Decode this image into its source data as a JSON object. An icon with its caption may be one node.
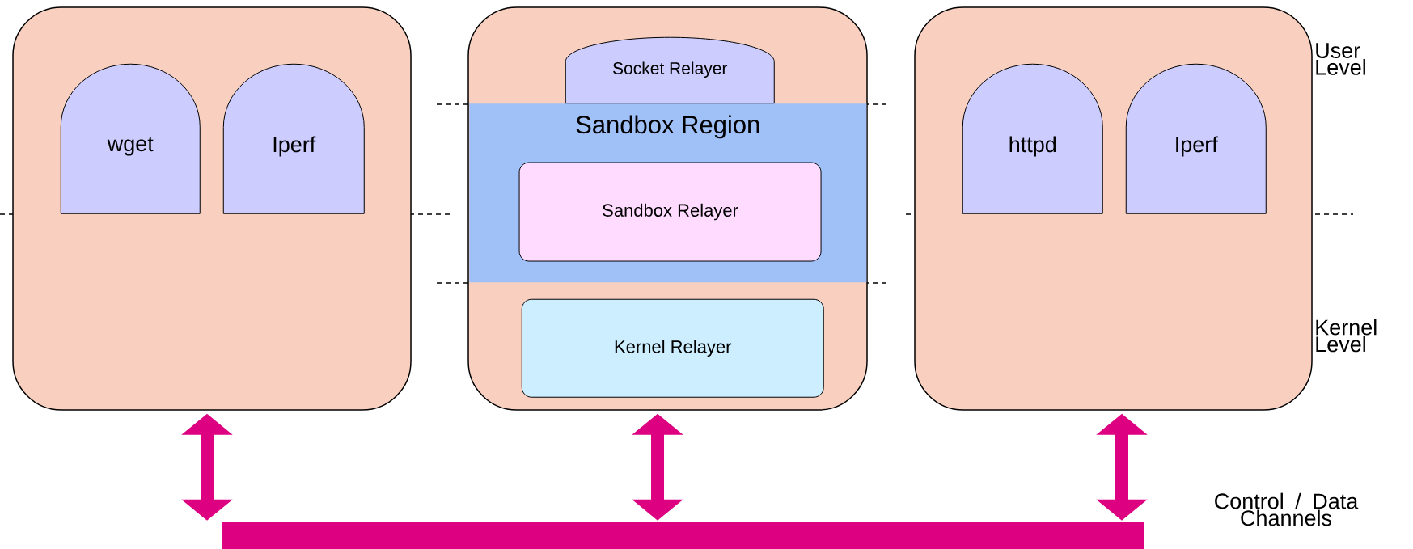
{
  "diagram": {
    "nodes": [
      {
        "text": [],
        "shape": "box"
      },
      {
        "text": [
          "wget"
        ],
        "in": 0
      },
      {
        "text": [
          "Iperf"
        ],
        "in": 0
      },
      {
        "text": [],
        "shape": "box"
      },
      {
        "text": [
          "Socket Relayer"
        ],
        "in": 3
      },
      {
        "text": [
          "Sandbox Region"
        ],
        "in": 3
      },
      {
        "text": [
          "Sandbox Relayer"
        ],
        "in": 5
      },
      {
        "text": [
          "Kernel Relayer"
        ],
        "in": 3
      },
      {
        "text": [],
        "shape": "box"
      },
      {
        "text": [
          "httpd"
        ],
        "in": 8
      },
      {
        "text": [
          "Iperf"
        ],
        "in": 8
      },
      {
        "text": [],
        "shape": "bar"
      }
    ],
    "edges": [
      {
        "from": 0,
        "to": 11,
        "arrow": "both"
      },
      {
        "from": 3,
        "to": 11,
        "arrow": "both"
      },
      {
        "from": 8,
        "to": 11,
        "arrow": "both"
      }
    ],
    "labels": [
      "User Level",
      "Kernel Level",
      "Control / Data Channels"
    ]
  }
}
